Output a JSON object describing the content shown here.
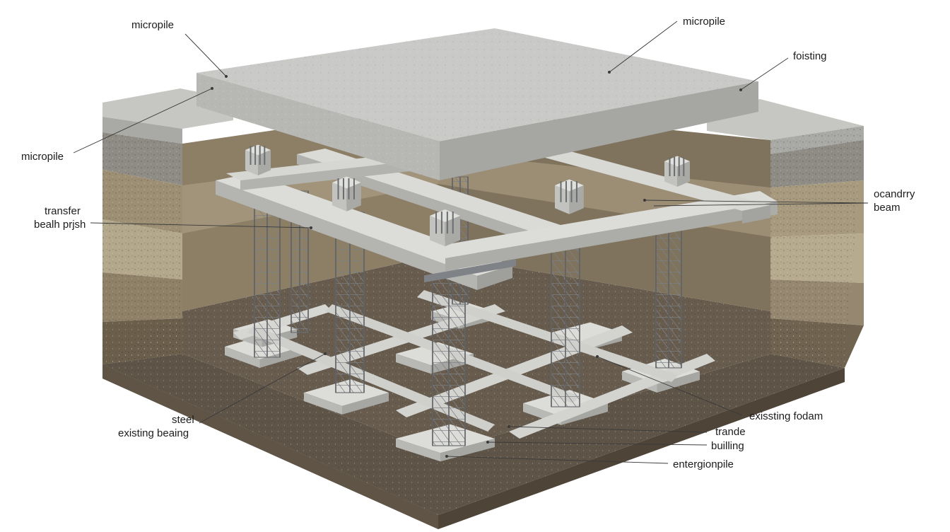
{
  "labels": {
    "l1": "micropile",
    "l2": "micropile",
    "l3": "foisting",
    "l4": "micropile",
    "l5a": "transfer",
    "l5b": "bealh prjsh",
    "l6a": "ocandrry",
    "l6b": "beam",
    "l7a": "steel",
    "l7b": "existing beaing",
    "l8": "exissting fodam",
    "l9": "trande",
    "l10": "builling",
    "l11": "entergionpile"
  },
  "colors": {
    "concrete_top": "#c9c9c7",
    "concrete_side": "#a9a9a6",
    "soil_top_band": "#8e8c84",
    "soil_light": "#b3a78c",
    "soil_mid": "#9a8b6f",
    "soil_dark": "#6b5f4c",
    "pit_floor": "#5e5447",
    "steel": "#8a8d90",
    "beam": "#d2d2cf",
    "footing": "#d8d8d5"
  }
}
